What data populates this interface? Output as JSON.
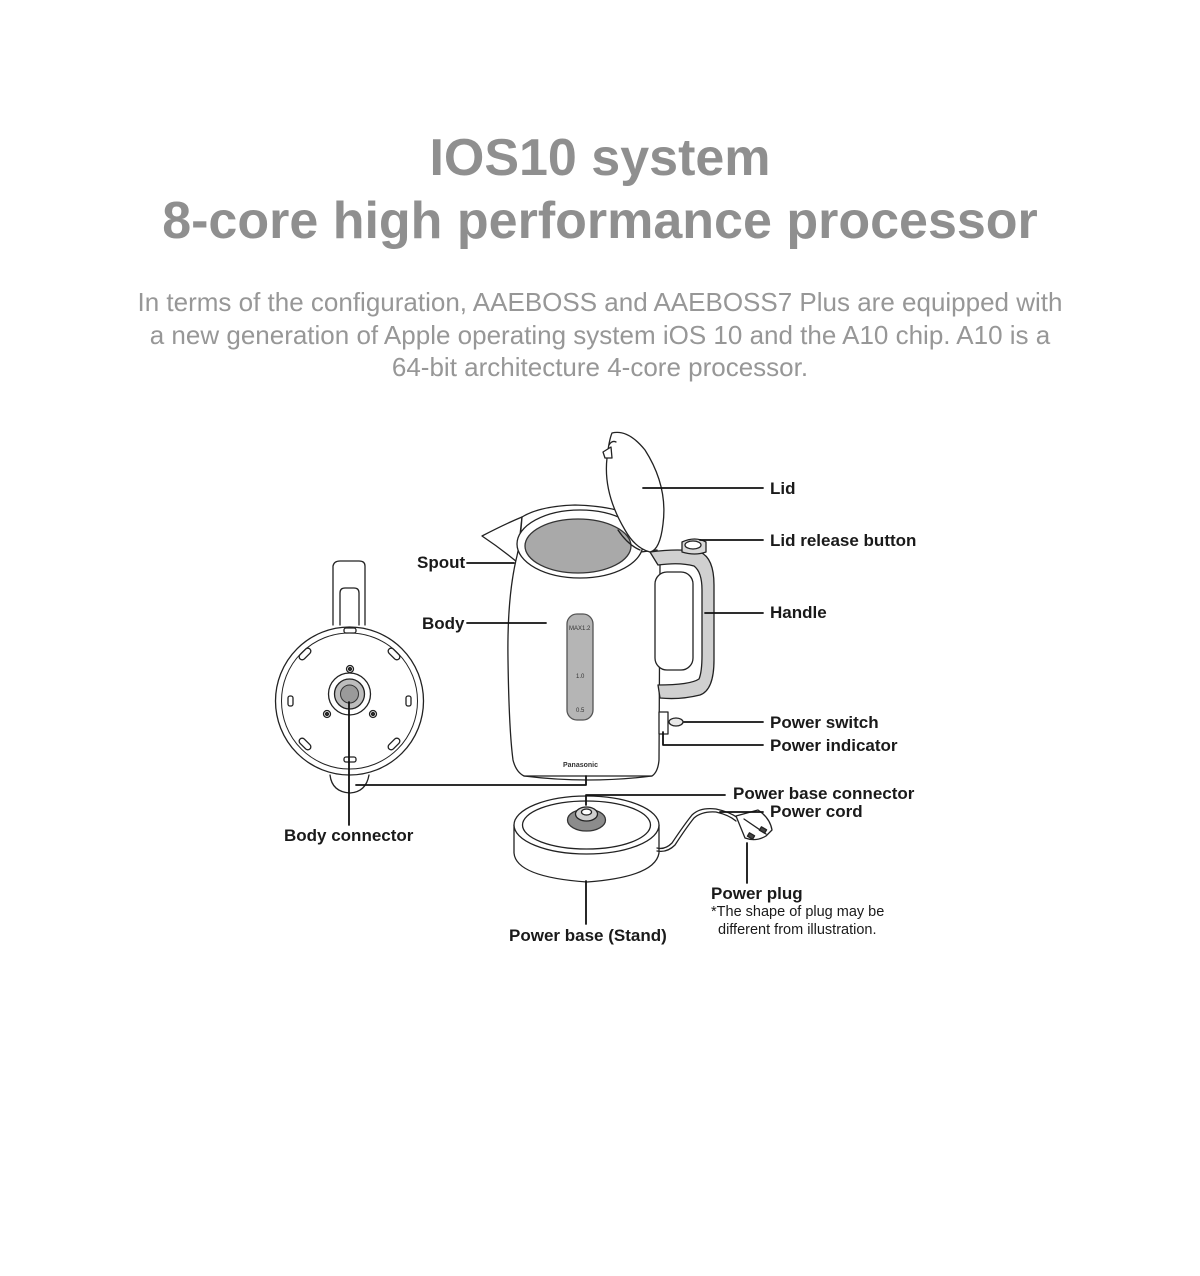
{
  "headline": {
    "line1": "IOS10 system",
    "line2": "8-core high performance processor"
  },
  "description": {
    "line1": "In terms of the configuration, AAEBOSS and AAEBOSS7 Plus are equipped with",
    "line2": "a new generation of Apple operating system iOS 10 and the A10 chip. A10 is a",
    "line3": "64-bit architecture 4-core processor."
  },
  "diagram": {
    "labels": {
      "lid": "Lid",
      "lid_release_button": "Lid release button",
      "spout": "Spout",
      "handle": "Handle",
      "body": "Body",
      "power_switch": "Power switch",
      "power_indicator": "Power indicator",
      "power_base_connector": "Power base connector",
      "power_cord": "Power cord",
      "body_connector": "Body connector",
      "power_plug": "Power plug",
      "plug_note_1": "*The shape of plug may be",
      "plug_note_2": "different from illustration.",
      "power_base_stand": "Power base (Stand)"
    },
    "water_gauge": {
      "max": "MAX1.2",
      "mid": "1.0",
      "min": "0.5"
    },
    "brand": "Panasonic"
  }
}
